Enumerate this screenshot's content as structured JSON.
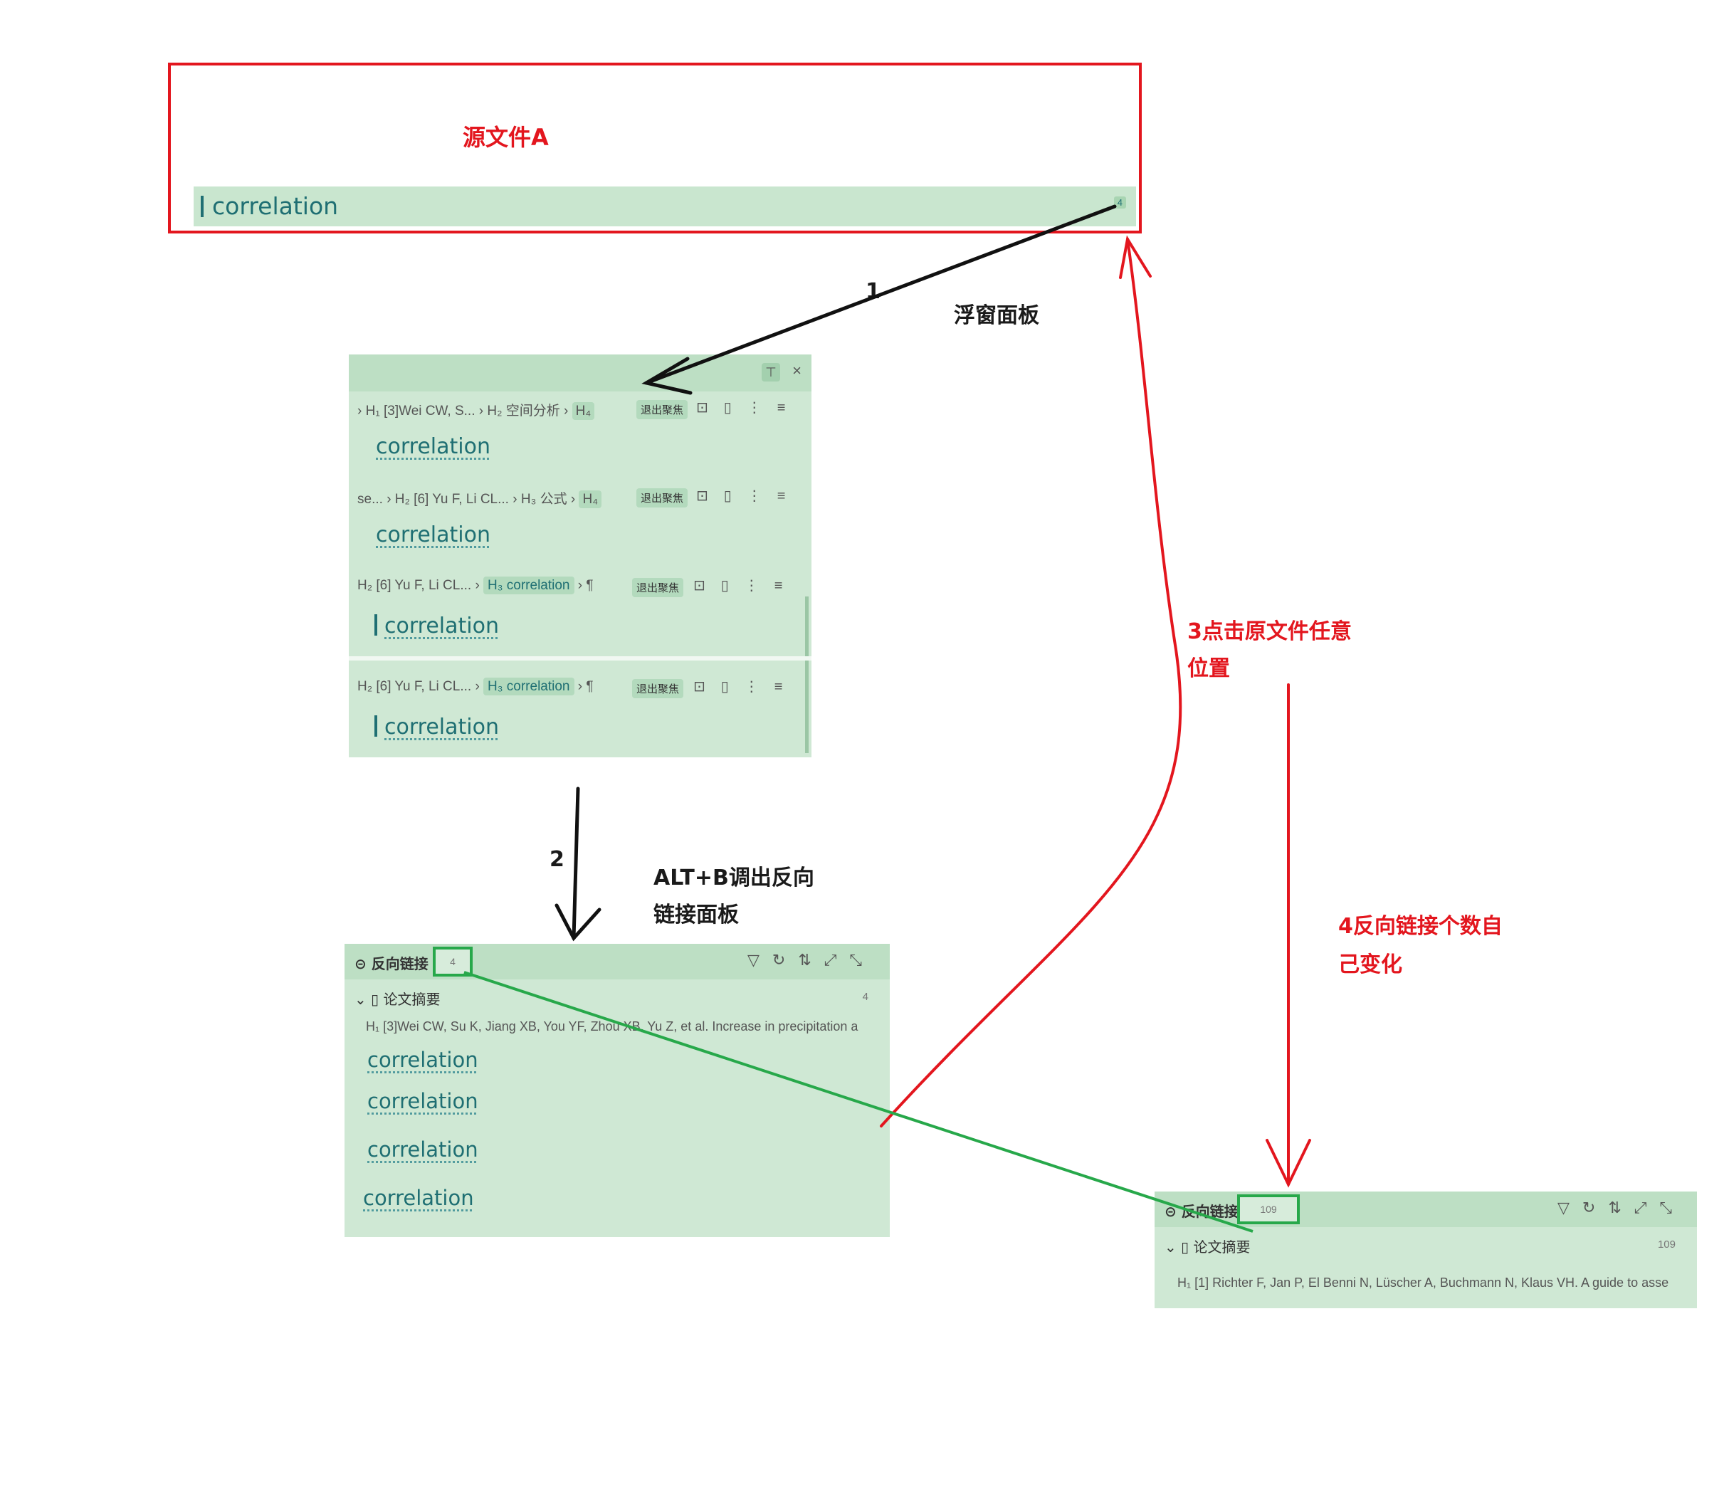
{
  "source": {
    "label": "源文件A",
    "heading": "correlation",
    "backlink_count": "4"
  },
  "float_panel": {
    "pin_icon": "pin-icon",
    "close_icon": "close-icon",
    "exit_focus": "退出聚焦",
    "blocks": [
      {
        "crumbs": [
          "H₁ [3]Wei CW, S...",
          "H₂ 空间分析",
          "H₄"
        ],
        "heading": "correlation"
      },
      {
        "crumbs": [
          "se...",
          "H₂ [6] Yu F, Li CL...",
          "H₃ 公式",
          "H₄"
        ],
        "heading": "correlation"
      },
      {
        "crumbs": [
          "H₂ [6] Yu F, Li CL...",
          "H₃ correlation",
          "¶"
        ],
        "heading": "correlation"
      },
      {
        "crumbs": [
          "H₂ [6] Yu F, Li CL...",
          "H₃ correlation",
          "¶"
        ],
        "heading": "correlation"
      }
    ]
  },
  "backlink_panel": {
    "title": "反向链接",
    "count": "4",
    "doc_title": "论文摘要",
    "doc_count": "4",
    "h1_line": "H₁ [3]Wei CW, Su K, Jiang XB, You YF, Zhou XB, Yu Z, et al. Increase in precipitation a",
    "headings": [
      "correlation",
      "correlation",
      "correlation",
      "correlation"
    ]
  },
  "backlink_panel_2": {
    "title": "反向链接",
    "count": "109",
    "doc_title": "论文摘要",
    "doc_count": "109",
    "h1_line": "H₁ [1] Richter F, Jan P, El Benni N, Lüscher A, Buchmann N, Klaus VH. A guide to asse"
  },
  "annotations": {
    "step1": "1",
    "step1_label": "浮窗面板",
    "step2": "2",
    "step2_label_line1": "ALT+B调出反向",
    "step2_label_line2": "链接面板",
    "step3_line1": "3点击原文件任意",
    "step3_line2": "位置",
    "step4_line1": "4反向链接个数自",
    "step4_line2": "己变化"
  },
  "colors": {
    "panel_bg": "#cfe8d4",
    "panel_header": "#bddfc4",
    "heading_text": "#1f6f73",
    "annotation_red": "#e3161e",
    "highlight_green": "#27a84a"
  }
}
